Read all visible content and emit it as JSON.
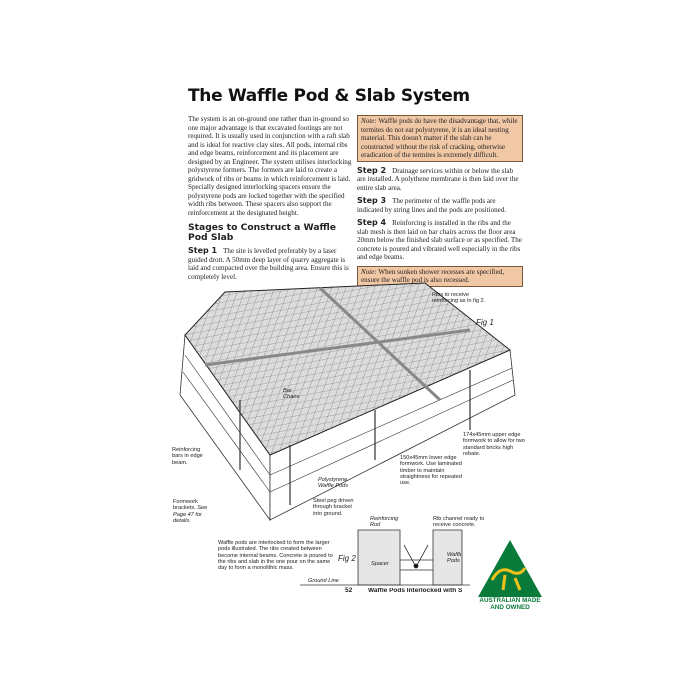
{
  "title": "The Waffle Pod & Slab System",
  "intro": "The system is an on-ground one rather than in-ground so one major advantage is that excavated footings are not required. It is usually used in conjunction with a raft slab and is ideal for reactive clay sites. All pods, internal ribs and edge beams, reinforcement and its placement are designed by an Engineer. The system utilises interlocking polystyrene formers. The formers are laid to create a gridwork of ribs or beams in which reinforcement is laid. Specially designed interlocking spacers ensure the polystyrene pods are locked together with the specified width ribs between. These spacers also support the reinforcement at the designated height.",
  "stages_heading": "Stages to Construct a Waffle Pod Slab",
  "steps": [
    {
      "label": "Step 1",
      "text": "The site is levelled preferably by a laser guided drott. A 50mm deep layer of quarry aggregate is laid and compacted over the building area. Ensure this is completely level."
    },
    {
      "label": "Step 2",
      "text": "Drainage services within or below the slab are installed. A polythene membrane is then laid over the entire slab area."
    },
    {
      "label": "Step 3",
      "text": "The perimeter of the waffle pods are indicated by string lines and the pods are positioned."
    },
    {
      "label": "Step 4",
      "text": "Reinforcing is installed in the ribs and the slab mesh is then laid on bar chairs across the floor area 20mm below the finished slab surface or as specified. The concrete is poured and vibrated well especially in the ribs and edge beams."
    }
  ],
  "notes": [
    {
      "label": "Note:",
      "text": "Waffle pods do have the disadvantage that, while termites do not eat polystyrene, it is an ideal nesting material. This doesn't matter if the slab can be constructed without the risk of cracking, otherwise eradication of the termites is extremely difficult."
    },
    {
      "label": "Note:",
      "text": "When sunken shower recesses are specified, ensure the waffle pod is also recessed."
    }
  ],
  "fig1": {
    "title": "Fig 1",
    "ribs": "Ribs to receive reinforcing as in fig 2.",
    "bar_chairs": "Bar Chairs",
    "reinforcing_bars": "Reinforcing bars in edge beam.",
    "upper_formwork": "174x45mm upper edge formwork to allow for two standard bricks high rebate.",
    "lower_formwork": "150x45mm lower edge formwork. Use laminated timber to maintain straightness for repeated use.",
    "pods": "Polystyrene Waffle Pods",
    "brackets_a": "Formwork brackets.",
    "brackets_b": "See Page 47 for details.",
    "steel_peg": "Steel peg driven through bracket into ground."
  },
  "fig2": {
    "title": "Fig 2",
    "description": "Waffle pods are interlocked to form the larger pods illustrated. The ribs created between become internal beams. Concrete is poured to the ribs and slab in the one pour on the same day to form a monolithic mass.",
    "rod": "Reinforcing Rod",
    "rib_channel": "Rib channel ready to receive concrete.",
    "spacer": "Spacer",
    "pods": "Waffle Pods",
    "ground": "Ground Line",
    "caption": "Waffle Pods Interlocked with S"
  },
  "page_number": "52",
  "logo": {
    "text": "AUSTRALIAN MADE AND OWNED",
    "green": "#0a7a3a",
    "gold": "#f2c21b"
  },
  "note_color": "#f0c8a6"
}
